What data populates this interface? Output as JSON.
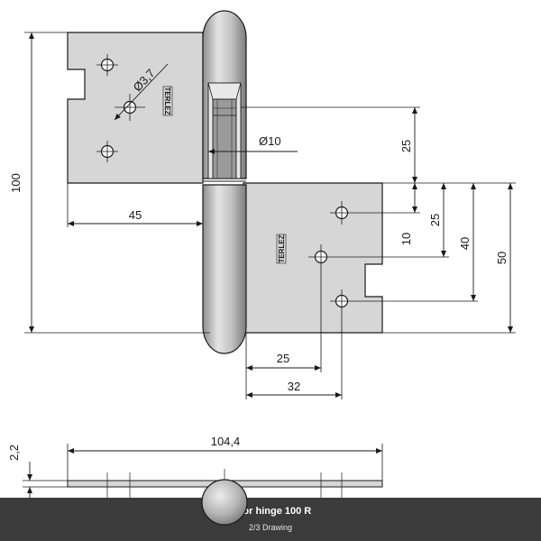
{
  "drawing": {
    "dimensions": {
      "total_height": "100",
      "hole_diameter": "Ø3,7",
      "pin_diameter": "Ø10",
      "leaf_width": "45",
      "upper_25": "25",
      "offset_10": "10",
      "side_25": "25",
      "side_40": "40",
      "side_50": "50",
      "bottom_25": "25",
      "bottom_32": "32",
      "length": "104,4",
      "thickness": "2,2"
    },
    "logo_text": "TERLEZ"
  },
  "caption": {
    "title": "Door hinge 100 R",
    "subtitle": "2/3 Drawing"
  },
  "colors": {
    "plate": "#d6d6d6",
    "pin": "#b0b0b0",
    "caption_bg": "#3b3b3b",
    "line": "#1a1a1a"
  }
}
